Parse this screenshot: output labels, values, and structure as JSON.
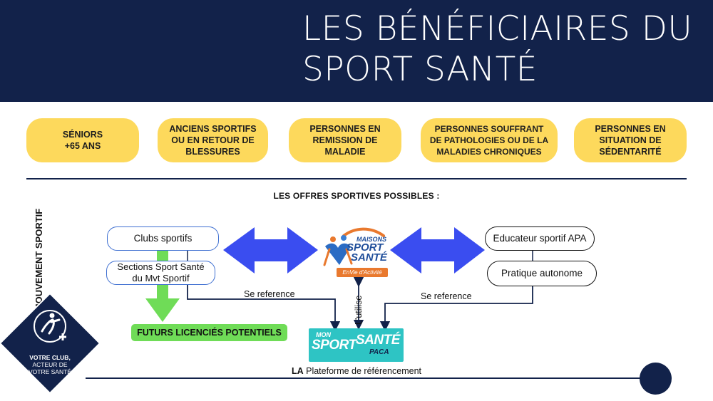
{
  "title": "LES BÉNÉFICIAIRES DU\nSPORT SANTÉ",
  "beneficiaries": [
    "SÉNIORS\n+65 ANS",
    "ANCIENS SPORTIFS\nOU EN RETOUR DE\nBLESSURES",
    "PERSONNES EN\nREMISSION DE\nMALADIE",
    "PERSONNES SOUFFRANT\nDE PATHOLOGIES OU DE LA\nMALADIES CHRONIQUES",
    "PERSONNES EN\nSITUATION DE\nSÉDENTARITÉ"
  ],
  "offers_title": "LES OFFRES SPORTIVES POSSIBLES :",
  "vertical_label": "MOUVEMENT SPORTIF",
  "left": {
    "clubs": "Clubs sportifs",
    "sections": "Sections Sport Santé\ndu Mvt Sportif",
    "futurs": "FUTURS LICENCIÉS POTENTIELS"
  },
  "right": {
    "educateur": "Educateur sportif APA",
    "pratique": "Pratique autonome"
  },
  "center_logo": {
    "maisons": "MAISONS",
    "sport": "SPORT",
    "sante": "SANTÉ",
    "tagline": "EnVie d'Activité"
  },
  "platform_logo": {
    "mon": "MON",
    "sport": "SPORT",
    "sante": "SANTÉ",
    "paca": "PACA"
  },
  "connectors": {
    "left_ref": "Se reference",
    "right_ref": "Se reference",
    "utilise": "L'utilise"
  },
  "platform_label": {
    "prefix": "LA",
    "text": " Plateforme de référencement"
  },
  "badge": {
    "line1": "VOTRE CLUB,",
    "line2": "ACTEUR DE",
    "line3": "VOTRE SANTÉ"
  },
  "colors": {
    "navy": "#12224a",
    "yellow": "#fdd95c",
    "blue_arrow": "#3a4df0",
    "green": "#6fdc57",
    "teal": "#2ec4c4",
    "orange": "#e9792e"
  }
}
